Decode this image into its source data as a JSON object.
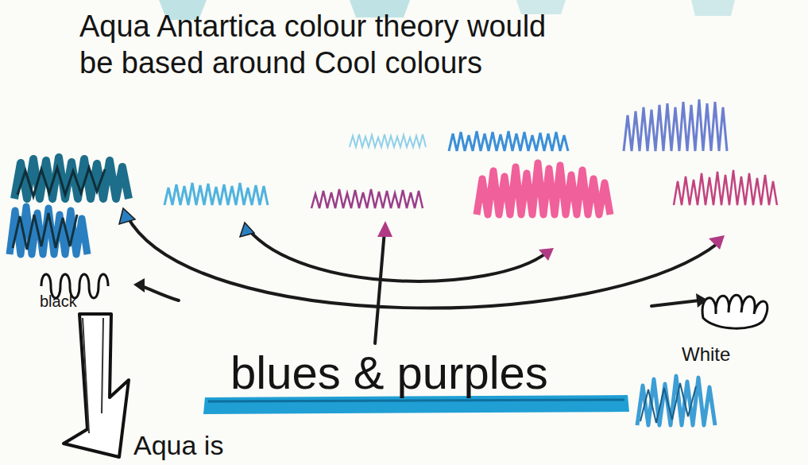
{
  "diagram": {
    "title": "Aqua Antartica colour theory would be based around Cool colours",
    "labels": [
      "black",
      "White",
      "blues & purples",
      "Aqua is"
    ]
  }
}
